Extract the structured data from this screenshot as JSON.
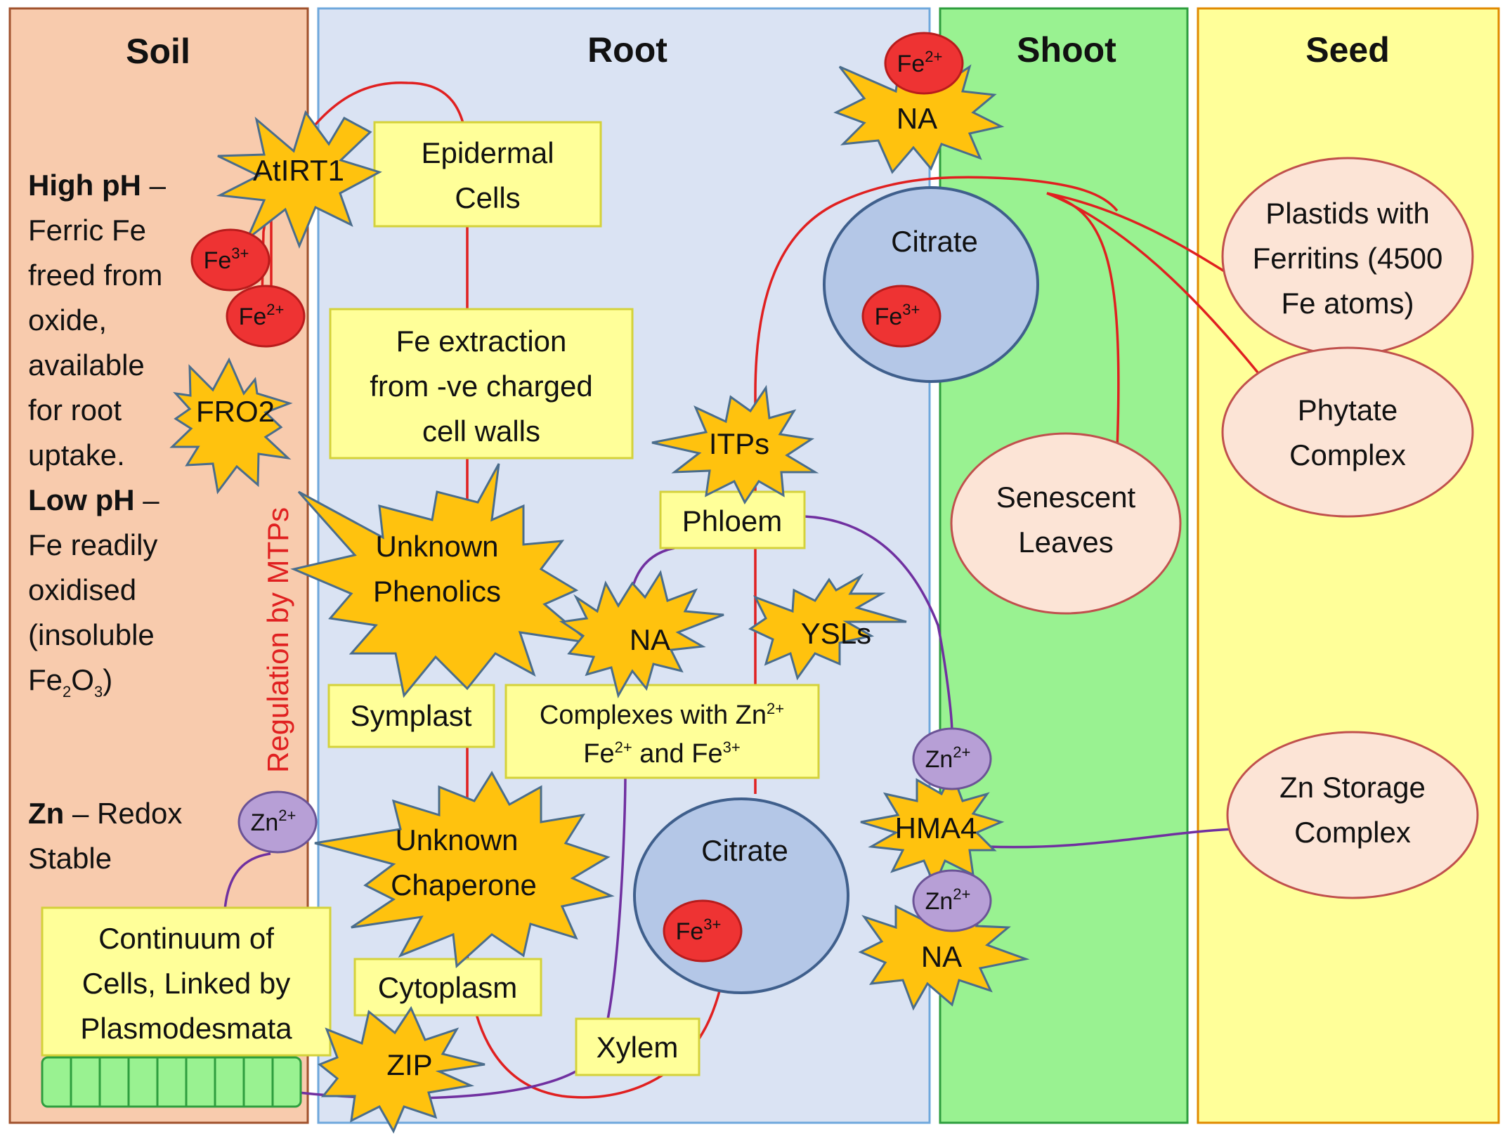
{
  "panels": {
    "soil": "Soil",
    "root": "Root",
    "shoot": "Shoot",
    "seed": "Seed"
  },
  "soil_text": {
    "high_ph_label": "High pH",
    "high_ph_dash": " –",
    "high_ph_lines": [
      "Ferric Fe",
      "freed from",
      "oxide,",
      "available",
      "for root",
      "uptake."
    ],
    "low_ph_label": "Low pH",
    "low_ph_dash": " –",
    "low_ph_lines": [
      "Fe readily",
      "oxidised",
      "(insoluble"
    ],
    "fe2o3_a": "Fe",
    "fe2o3_sub1": "2",
    "fe2o3_b": "O",
    "fe2o3_sub2": "3",
    "fe2o3_c": ")",
    "zn_label": "Zn",
    "zn_rest": " – Redox",
    "zn_line2": "Stable"
  },
  "regulation_label": "Regulation by MTPs",
  "boxes": {
    "epidermal": [
      "Epidermal",
      "Cells"
    ],
    "fe_extraction": [
      "Fe extraction",
      "from -ve charged",
      "cell walls"
    ],
    "phloem": "Phloem",
    "symplast": "Symplast",
    "complexes_1a": "Complexes with Zn",
    "complexes_1sup": "2+",
    "complexes_2a": "Fe",
    "complexes_2sup": "2+",
    "complexes_2b": " and Fe",
    "complexes_2sup2": "3+",
    "continuum": [
      "Continuum of",
      "Cells, Linked by",
      "Plasmodesmata"
    ],
    "cytoplasm": "Cytoplasm",
    "xylem": "Xylem"
  },
  "stars": {
    "atirt1": "AtIRT1",
    "fro2": "FRO2",
    "unknown_phenolics": [
      "Unknown",
      "Phenolics"
    ],
    "na_mid": "NA",
    "itps": "ITPs",
    "ysls": "YSLs",
    "unknown_chaperone": [
      "Unknown",
      "Chaperone"
    ],
    "zip": "ZIP",
    "na_top": "NA",
    "hma4": "HMA4",
    "na_bottom": "NA"
  },
  "ions": {
    "fe_base": "Fe",
    "zn_base": "Zn",
    "charge2": "2+",
    "charge3": "3+"
  },
  "citrate": "Citrate",
  "shoot": {
    "senescent": [
      "Senescent",
      "Leaves"
    ]
  },
  "seed": {
    "plastids": [
      "Plastids with",
      "Ferritins (4500",
      "Fe atoms)"
    ],
    "phytate": [
      "Phytate",
      "Complex"
    ],
    "zn_storage": [
      "Zn Storage",
      "Complex"
    ]
  },
  "colors": {
    "soil_bg": "#f8cbad",
    "root_bg": "#dae3f3",
    "shoot_bg": "#99f291",
    "seed_bg": "#ffff99",
    "fe_ion": "#ee3333",
    "zn_ion": "#b79fd6",
    "star": "#ffc20e",
    "iron_path": "#e02020",
    "zinc_path": "#7030a0"
  }
}
